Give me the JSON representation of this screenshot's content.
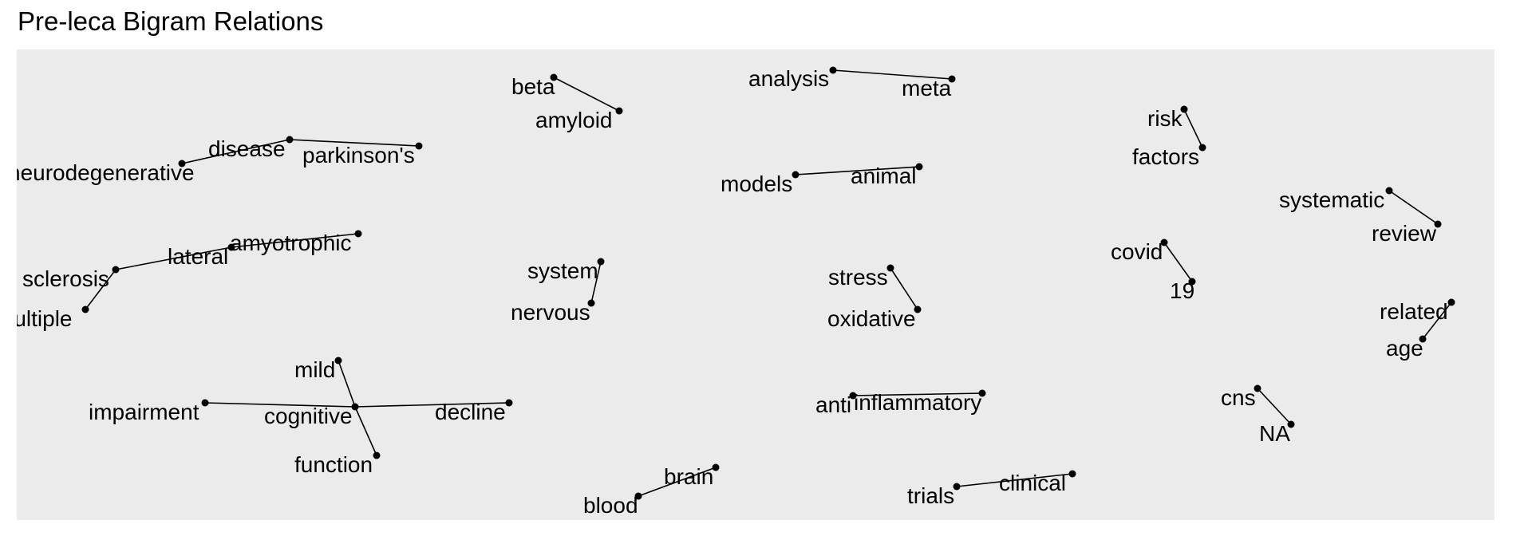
{
  "title": "Pre-leca Bigram Relations",
  "colors": {
    "panel_background": "#ebebeb",
    "edge": "#000000",
    "node": "#000000",
    "text": "#000000"
  },
  "chart_data": {
    "type": "network",
    "title": "Pre-leca Bigram Relations",
    "edges": [
      {
        "from": "beta",
        "to": "amyloid"
      },
      {
        "from": "meta",
        "to": "analysis"
      },
      {
        "from": "risk",
        "to": "factors"
      },
      {
        "from": "neurodegenerative",
        "to": "disease"
      },
      {
        "from": "parkinson's",
        "to": "disease"
      },
      {
        "from": "animal",
        "to": "models"
      },
      {
        "from": "systematic",
        "to": "review"
      },
      {
        "from": "amyotrophic",
        "to": "lateral"
      },
      {
        "from": "lateral",
        "to": "sclerosis"
      },
      {
        "from": "multiple",
        "to": "sclerosis"
      },
      {
        "from": "nervous",
        "to": "system"
      },
      {
        "from": "oxidative",
        "to": "stress"
      },
      {
        "from": "covid",
        "to": "19"
      },
      {
        "from": "age",
        "to": "related"
      },
      {
        "from": "mild",
        "to": "cognitive"
      },
      {
        "from": "cognitive",
        "to": "impairment"
      },
      {
        "from": "cognitive",
        "to": "decline"
      },
      {
        "from": "cognitive",
        "to": "function"
      },
      {
        "from": "anti",
        "to": "inflammatory"
      },
      {
        "from": "cns",
        "to": "NA"
      },
      {
        "from": "blood",
        "to": "brain"
      },
      {
        "from": "clinical",
        "to": "trials"
      }
    ]
  }
}
